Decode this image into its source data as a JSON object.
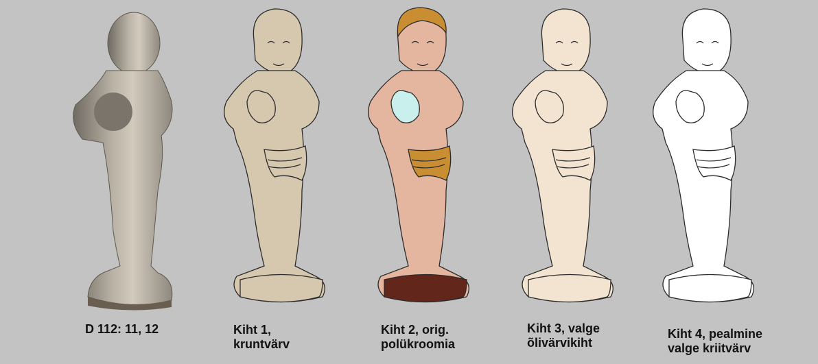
{
  "captions": [
    {
      "lines": [
        "D 112: 11, 12"
      ]
    },
    {
      "lines": [
        "Kiht 1,",
        "kruntvärv"
      ]
    },
    {
      "lines": [
        "Kiht 2, orig.",
        "polükroomia"
      ]
    },
    {
      "lines": [
        "Kiht 3, valge",
        "õlivärvikiht"
      ]
    },
    {
      "lines": [
        "Kiht 4, pealmine",
        "valge kriitvärv"
      ]
    }
  ],
  "colors": {
    "background": "#c3c3c3",
    "layer1_body": "#d6c8af",
    "layer2_skin": "#e4b59f",
    "layer2_drapery": "#c98e32",
    "layer2_animal": "#c9f0ec",
    "layer2_base": "#63261a",
    "layer2_hair": "#c98e32",
    "layer3_body": "#f2e4d1",
    "layer4_body": "#ffffff",
    "photo_stone": "#a9a196"
  }
}
